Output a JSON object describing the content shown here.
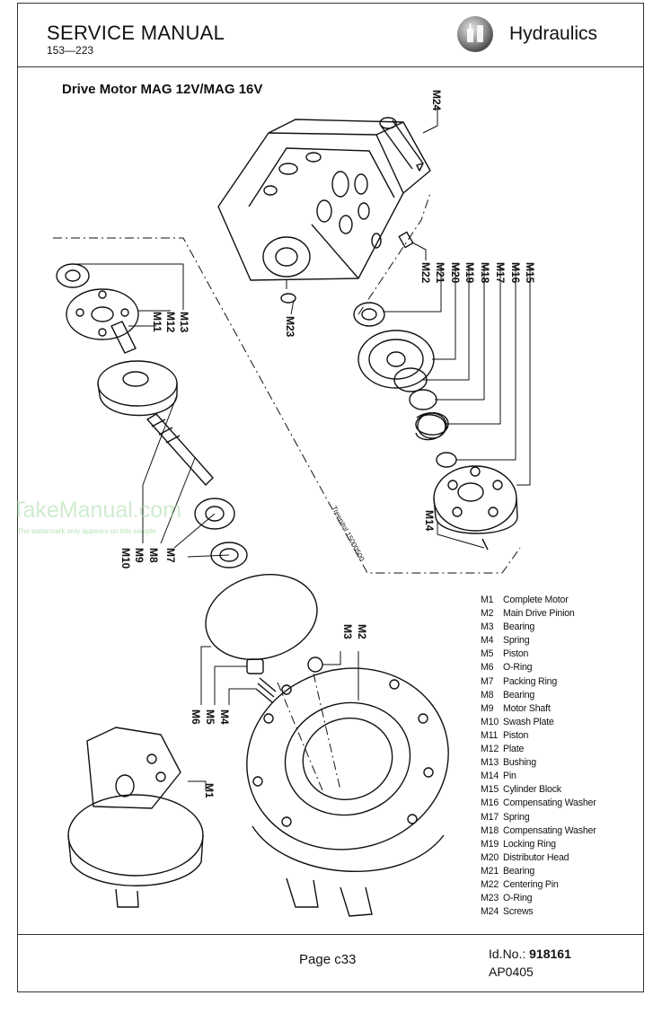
{
  "header": {
    "title": "SERVICE MANUAL",
    "model_range": "153—223",
    "section": "Hydraulics",
    "section_icon": "hydraulic-tank-icon"
  },
  "drawing": {
    "title": "Drive Motor MAG 12V/MAG 16V",
    "callouts": [
      "M1",
      "M2",
      "M3",
      "M4",
      "M5",
      "M6",
      "M7",
      "M8",
      "M9",
      "M10",
      "M11",
      "M12",
      "M13",
      "M14",
      "M15",
      "M16",
      "M17",
      "M18",
      "M19",
      "M20",
      "M21",
      "M22",
      "M23",
      "M24"
    ],
    "assembly_note": "Treenitol 15000500"
  },
  "legend": [
    {
      "code": "M1",
      "name": "Complete Motor"
    },
    {
      "code": "M2",
      "name": "Main Drive Pinion"
    },
    {
      "code": "M3",
      "name": "Bearing"
    },
    {
      "code": "M4",
      "name": "Spring"
    },
    {
      "code": "M5",
      "name": "Piston"
    },
    {
      "code": "M6",
      "name": "O-Ring"
    },
    {
      "code": "M7",
      "name": "Packing Ring"
    },
    {
      "code": "M8",
      "name": "Bearing"
    },
    {
      "code": "M9",
      "name": "Motor Shaft"
    },
    {
      "code": "M10",
      "name": "Swash Plate"
    },
    {
      "code": "M11",
      "name": "Piston"
    },
    {
      "code": "M12",
      "name": "Plate"
    },
    {
      "code": "M13",
      "name": "Bushing"
    },
    {
      "code": "M14",
      "name": "Pin"
    },
    {
      "code": "M15",
      "name": "Cylinder Block"
    },
    {
      "code": "M16",
      "name": "Compensating Washer"
    },
    {
      "code": "M17",
      "name": "Spring"
    },
    {
      "code": "M18",
      "name": "Compensating Washer"
    },
    {
      "code": "M19",
      "name": "Locking Ring"
    },
    {
      "code": "M20",
      "name": "Distributor Head"
    },
    {
      "code": "M21",
      "name": "Bearing"
    },
    {
      "code": "M22",
      "name": "Centering Pin"
    },
    {
      "code": "M23",
      "name": "O-Ring"
    },
    {
      "code": "M24",
      "name": "Screws"
    }
  ],
  "footer": {
    "page_label": "Page c33",
    "id_label": "Id.No.:",
    "id_value": "918161",
    "revision": "AP0405"
  },
  "watermark": {
    "brand": "TakeManual.com",
    "note": "The watermark only appears on this sample"
  }
}
